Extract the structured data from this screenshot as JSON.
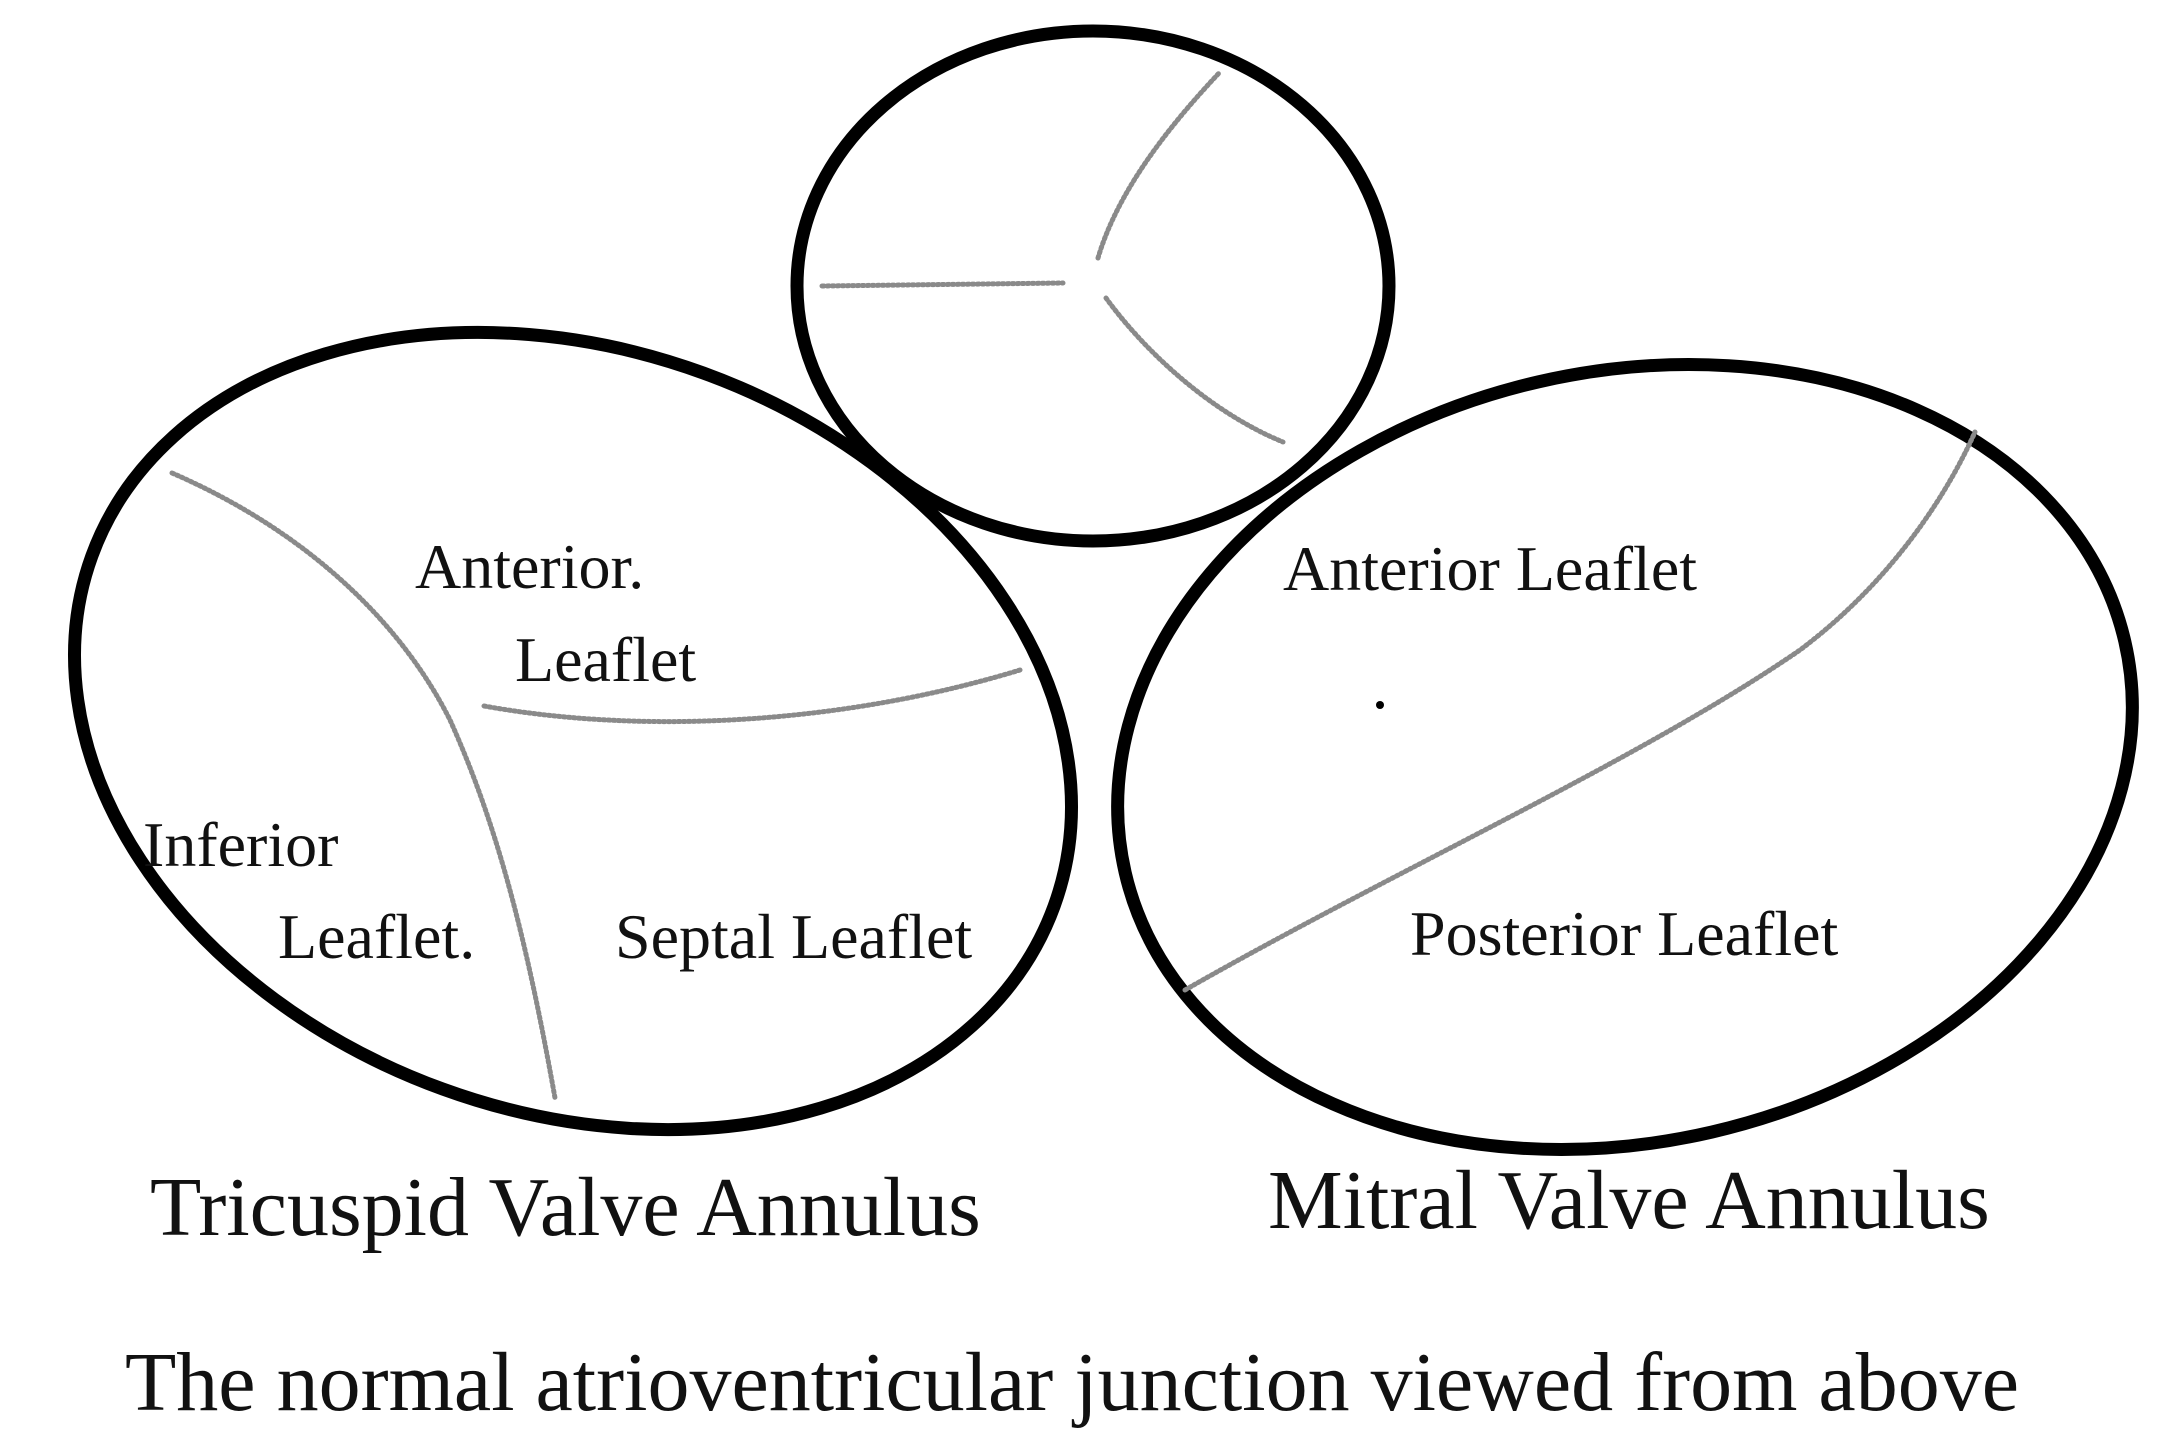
{
  "tricuspid": {
    "anterior_line1": "Anterior.",
    "anterior_line2": "Leaflet",
    "inferior_line1": "Inferior",
    "inferior_line2": "Leaflet.",
    "septal": "Septal Leaflet",
    "title": "Tricuspid Valve Annulus"
  },
  "mitral": {
    "anterior": "Anterior Leaflet",
    "posterior": "Posterior Leaflet",
    "title": "Mitral Valve Annulus"
  },
  "caption": "The normal atrioventricular junction viewed from above"
}
